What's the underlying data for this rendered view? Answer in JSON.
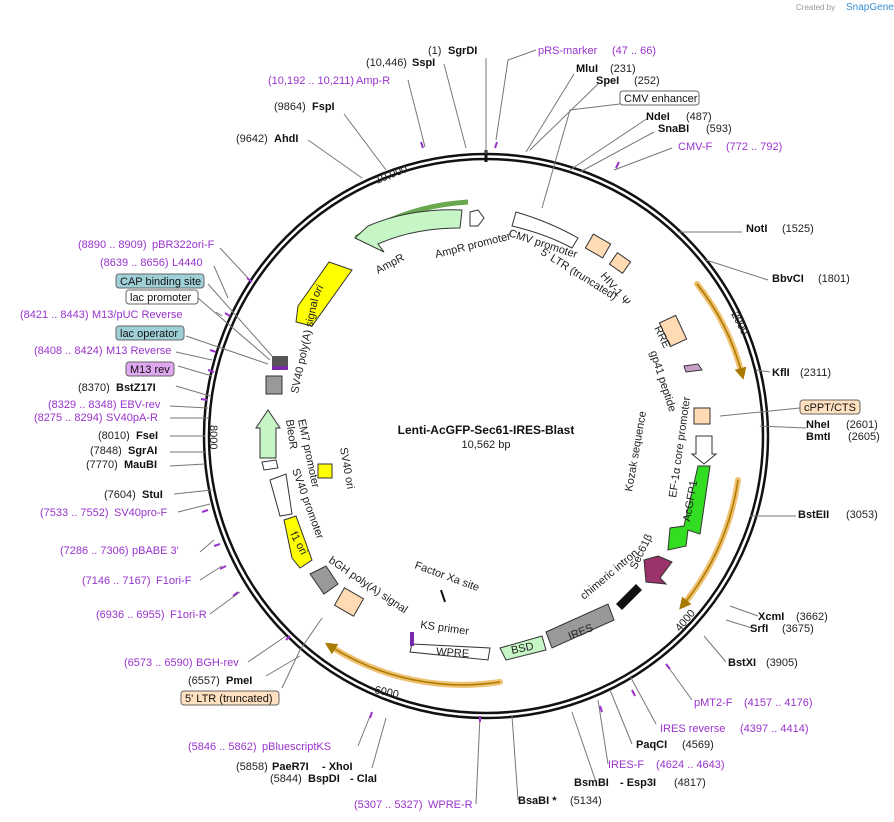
{
  "header": {
    "created_by": "Created by",
    "brand": "SnapGene"
  },
  "plasmid": {
    "name": "Lenti-AcGFP-Sec61-IRES-Blast",
    "size": "10,562 bp"
  },
  "ticks": {
    "t2000": "2000",
    "t4000": "4000",
    "t6000": "6000",
    "t8000": "8000",
    "t10000": "10,000"
  },
  "sites": {
    "sgrdi": {
      "name": "SgrDI",
      "pos": "(1)"
    },
    "sspi": {
      "name": "SspI",
      "pos": "(10,446)"
    },
    "fspi": {
      "name": "FspI",
      "pos": "(9864)"
    },
    "ahdi": {
      "name": "AhdI",
      "pos": "(9642)"
    },
    "mlui": {
      "name": "MluI",
      "pos": "(231)"
    },
    "spei": {
      "name": "SpeI",
      "pos": "(252)"
    },
    "ndei": {
      "name": "NdeI",
      "pos": "(487)"
    },
    "snabi": {
      "name": "SnaBI",
      "pos": "(593)"
    },
    "noti": {
      "name": "NotI",
      "pos": "(1525)"
    },
    "bbvci": {
      "name": "BbvCI",
      "pos": "(1801)"
    },
    "kfli": {
      "name": "KflI",
      "pos": "(2311)"
    },
    "nhei": {
      "name": "NheI",
      "pos": "(2601)"
    },
    "bmti": {
      "name": "BmtI",
      "pos": "(2605)"
    },
    "bsteii": {
      "name": "BstEII",
      "pos": "(3053)"
    },
    "xcmi": {
      "name": "XcmI",
      "pos": "(3662)"
    },
    "srfi": {
      "name": "SrfI",
      "pos": "(3675)"
    },
    "bstxi": {
      "name": "BstXI",
      "pos": "(3905)"
    },
    "paqci": {
      "name": "PaqCI",
      "pos": "(4569)"
    },
    "bsmbi": {
      "name": "BsmBI",
      "pos": "(4817)",
      "alt": "- Esp3I"
    },
    "bsabi": {
      "name": "BsaBI *",
      "pos": "(5134)"
    },
    "paer7i": {
      "name": "PaeR7I",
      "pos": "(5858)",
      "alt": "- XhoI"
    },
    "bspdi": {
      "name": "BspDI",
      "pos": "(5844)",
      "alt": "- ClaI"
    },
    "pmei": {
      "name": "PmeI",
      "pos": "(6557)"
    },
    "stui": {
      "name": "StuI",
      "pos": "(7604)"
    },
    "maubi": {
      "name": "MauBI",
      "pos": "(7770)"
    },
    "sgrai": {
      "name": "SgrAI",
      "pos": "(7848)"
    },
    "fsei": {
      "name": "FseI",
      "pos": "(8010)"
    },
    "bstz17i": {
      "name": "BstZ17I",
      "pos": "(8370)"
    }
  },
  "primers": {
    "prs": {
      "name": "pRS-marker",
      "pos": "(47 .. 66)"
    },
    "ampr": {
      "name": "Amp-R",
      "pos": "(10,192 .. 10,211)"
    },
    "cmvf": {
      "name": "CMV-F",
      "pos": "(772 .. 792)"
    },
    "pbr": {
      "name": "pBR322ori-F",
      "pos": "(8890 .. 8909)"
    },
    "l4440": {
      "name": "L4440",
      "pos": "(8639 .. 8656)"
    },
    "m13puc": {
      "name": "M13/pUC Reverse",
      "pos": "(8421 .. 8443)"
    },
    "m13r": {
      "name": "M13 Reverse",
      "pos": "(8408 .. 8424)"
    },
    "ebv": {
      "name": "EBV-rev",
      "pos": "(8329 .. 8348)"
    },
    "sv40pa": {
      "name": "SV40pA-R",
      "pos": "(8275 .. 8294)"
    },
    "sv40pro": {
      "name": "SV40pro-F",
      "pos": "(7533 .. 7552)"
    },
    "pbabe": {
      "name": "pBABE 3'",
      "pos": "(7286 .. 7306)"
    },
    "f1orif": {
      "name": "F1ori-F",
      "pos": "(7146 .. 7167)"
    },
    "f1orir": {
      "name": "F1ori-R",
      "pos": "(6936 .. 6955)"
    },
    "bgh": {
      "name": "BGH-rev",
      "pos": "(6573 .. 6590)"
    },
    "pbks": {
      "name": "pBluescriptKS",
      "pos": "(5846 .. 5862)"
    },
    "wprer": {
      "name": "WPRE-R",
      "pos": "(5307 .. 5327)"
    },
    "iresf": {
      "name": "IRES-F",
      "pos": "(4624 .. 4643)"
    },
    "iresr": {
      "name": "IRES reverse",
      "pos": "(4397 .. 4414)"
    },
    "pmt2": {
      "name": "pMT2-F",
      "pos": "(4157 .. 4176)"
    }
  },
  "boxed": {
    "cmv_enh": "CMV enhancer",
    "cap": "CAP binding site",
    "lacp": "lac promoter",
    "laco": "lac operator",
    "m13rev": "M13 rev",
    "cppt": "cPPT/CTS",
    "ltr_trunc": "5' LTR (truncated)"
  },
  "features": {
    "cmv_promoter": "CMV promoter",
    "ltr5": "5' LTR (truncated)",
    "hiv": "HIV-1 Ψ",
    "rre": "RRE",
    "gp41": "gp41 peptide",
    "ef1a": "EF-1α core promoter",
    "kozak": "Kozak sequence",
    "acgfp": "AcGFP1",
    "intron": "chimeric intron",
    "sec61": "Sec61β",
    "ires": "IRES",
    "bsd": "BSD",
    "wpre": "WPRE",
    "ks": "KS primer",
    "factorxa": "Factor Xa site",
    "bgh_pa": "bGH poly(A) signal",
    "f1ori": "f1 ori",
    "sv40p": "SV40 promoter",
    "em7": "EM7 promoter",
    "bleor": "BleoR",
    "sv40ori": "SV40 ori",
    "sv40pa": "SV40 poly(A) signal",
    "ori": "ori",
    "ampr": "AmpR",
    "ampr_p": "AmpR promoter"
  },
  "colors": {
    "ampr": "#c6f5c6",
    "ori": "#ffff00",
    "acgfp": "#33dd22",
    "sec61": "#99336a",
    "ires": "#999999",
    "bsd": "#c6f5c6",
    "ltr": "#ffdab3",
    "orf_arrow": "#ffaa00"
  }
}
